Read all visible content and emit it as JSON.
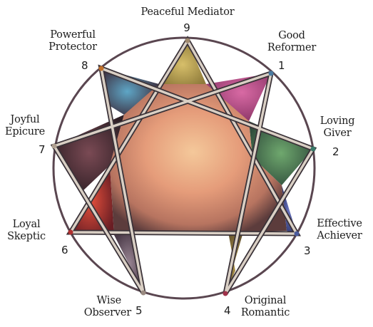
{
  "types": [
    {
      "number": "9",
      "line1": "Peaceful Mediator",
      "line2": ""
    },
    {
      "number": "1",
      "line1": "Good",
      "line2": "Reformer"
    },
    {
      "number": "2",
      "line1": "Loving",
      "line2": "Giver"
    },
    {
      "number": "3",
      "line1": "Effective",
      "line2": "Achiever"
    },
    {
      "number": "4",
      "line1": "Original",
      "line2": "Romantic"
    },
    {
      "number": "5",
      "line1": "Wise",
      "line2": "Observer"
    },
    {
      "number": "6",
      "line1": "Loyal",
      "line2": "Skeptic"
    },
    {
      "number": "7",
      "line1": "Joyful",
      "line2": "Epicure"
    },
    {
      "number": "8",
      "line1": "Powerful",
      "line2": "Protector"
    }
  ],
  "colors": {
    "circle": "#5a4a52",
    "outline": "#3a3238",
    "band": "#c9c0b6",
    "center": "#e8a07a",
    "type9": "#c8a94e",
    "type1": "#c25a8f",
    "type2": "#4f8a5c",
    "type3": "#4b5a9c",
    "type4": "#8a7a3c",
    "type5": "#7a6a78",
    "type6": "#b8342c",
    "type7": "#4a3238",
    "type8": "#5a86a8"
  }
}
